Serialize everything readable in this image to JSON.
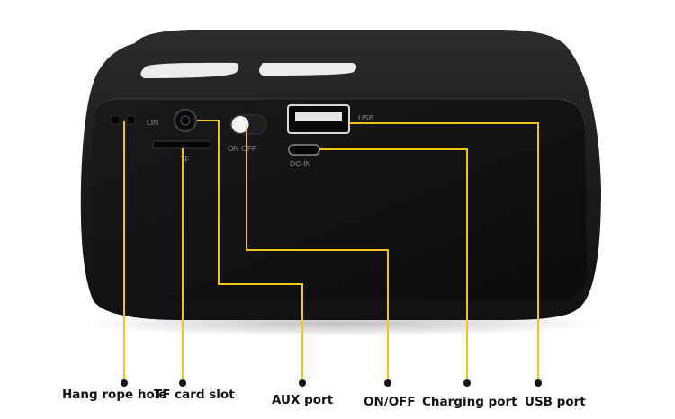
{
  "device": {
    "port_labels": {
      "line_in": "LIN",
      "switch": "ON  OFF",
      "usb": "USB",
      "dc_in": "DC-IN",
      "tf": "TF"
    }
  },
  "callouts": [
    {
      "id": "hang-rope-hole",
      "label": "Hang rope hole"
    },
    {
      "id": "tf-card-slot",
      "label": "TF card slot"
    },
    {
      "id": "aux-port",
      "label": "AUX port"
    },
    {
      "id": "on-off",
      "label": "ON/OFF"
    },
    {
      "id": "charging-port",
      "label": "Charging port"
    },
    {
      "id": "usb-port",
      "label": "USB port"
    }
  ],
  "colors": {
    "leader_line": "#f0c419",
    "dot": "#111111",
    "body": "#1b1b1b",
    "face": "#101010"
  }
}
